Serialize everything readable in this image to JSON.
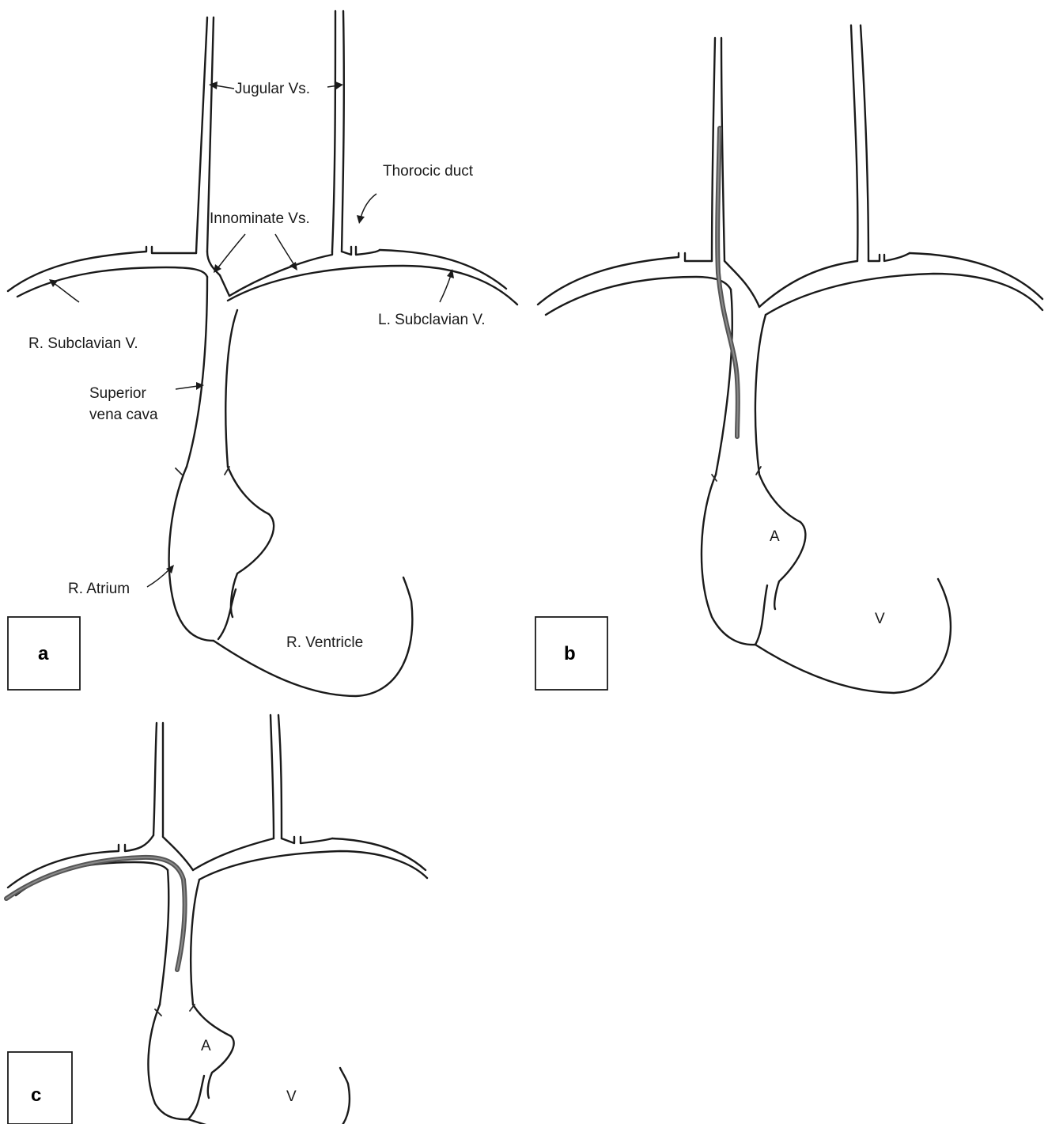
{
  "panels": {
    "a": {
      "tag": "a",
      "labels": {
        "jugular": "Jugular Vs.",
        "thoracic_duct": "Thorocic duct",
        "innominate": "Innominate Vs.",
        "r_subclavian": "R. Subclavian V.",
        "l_subclavian": "L. Subclavian V.",
        "svc_line1": "Superior",
        "svc_line2": "vena cava",
        "r_atrium": "R. Atrium",
        "r_ventricle": "R. Ventricle"
      }
    },
    "b": {
      "tag": "b",
      "atrium": "A",
      "ventricle": "V"
    },
    "c": {
      "tag": "c",
      "atrium": "A",
      "ventricle": "V"
    }
  },
  "colors": {
    "line": "#1a1a1a",
    "catheter": "#555555"
  }
}
